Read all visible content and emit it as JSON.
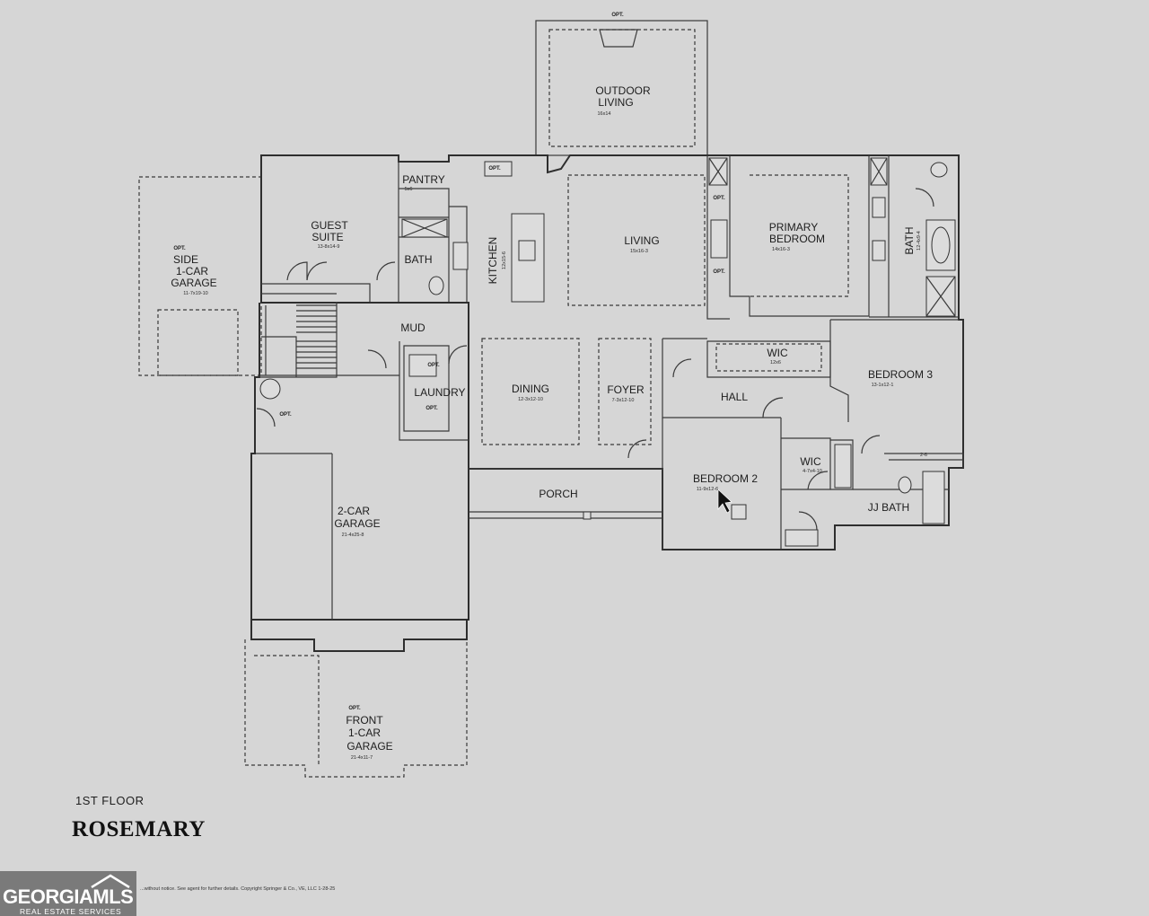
{
  "plan": {
    "floor_label": "1ST FLOOR",
    "name": "ROSEMARY",
    "disclaimer": "...without notice. See agent for further details. Copyright Springer & Co., VE, LLC 1-28-25",
    "logo_brand": "GEORGIAMLS",
    "logo_sub": "REAL ESTATE SERVICES"
  },
  "rooms": {
    "outdoor": {
      "opt": "OPT.",
      "name1": "OUTDOOR",
      "name2": "LIVING",
      "dim": "16x14"
    },
    "guest": {
      "name1": "GUEST",
      "name2": "SUITE",
      "dim": "13-8x14-9"
    },
    "side_garage": {
      "opt": "OPT.",
      "name1": "SIDE",
      "name2": "1-CAR",
      "name3": "GARAGE",
      "dim": "11-7x19-10"
    },
    "pantry": {
      "name": "PANTRY",
      "dim": "5x6"
    },
    "bath_guest": {
      "name": "BATH"
    },
    "kitchen": {
      "name": "KITCHEN",
      "dim": "12x15-6"
    },
    "living": {
      "name": "LIVING",
      "dim": "15x16-3"
    },
    "primary": {
      "name1": "PRIMARY",
      "name2": "BEDROOM",
      "dim": "14x16-3"
    },
    "bath_primary": {
      "name": "BATH",
      "dim": "12-4x9-4"
    },
    "mud": {
      "name": "MUD"
    },
    "laundry": {
      "name": "LAUNDRY"
    },
    "dining": {
      "name": "DINING",
      "dim": "12-3x12-10"
    },
    "foyer": {
      "name": "FOYER",
      "dim": "7-3x12-10"
    },
    "wic_primary": {
      "name": "WIC",
      "dim": "12x6"
    },
    "hall": {
      "name": "HALL"
    },
    "bedroom3": {
      "name": "BEDROOM 3",
      "dim": "13-1x12-1"
    },
    "bedroom2": {
      "name": "BEDROOM 2",
      "dim": "11-9x12-6"
    },
    "wic2": {
      "name": "WIC",
      "dim": "4-7x4-10"
    },
    "jj_bath": {
      "name": "JJ BATH"
    },
    "porch": {
      "name": "PORCH"
    },
    "garage2": {
      "name1": "2-CAR",
      "name2": "GARAGE",
      "dim": "21-4x25-8"
    },
    "front_garage": {
      "opt": "OPT.",
      "name1": "FRONT",
      "name2": "1-CAR",
      "name3": "GARAGE",
      "dim": "21-4x11-7"
    },
    "misc": {
      "opt_a": "OPT.",
      "opt_b": "OPT.",
      "opt_c": "OPT.",
      "opt_d": "OPT.",
      "opt_e": "OPT.",
      "opt_f": "OPT.",
      "dim_b3": "2-6"
    }
  }
}
